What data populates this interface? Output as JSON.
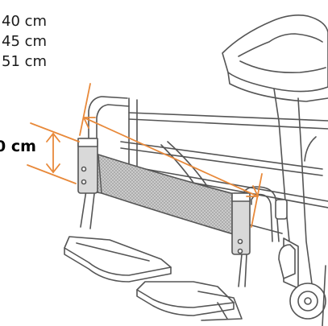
{
  "width_options": [
    "40 cm",
    "45 cm",
    "51 cm"
  ],
  "height_label": "0 cm",
  "colors": {
    "dimension": "#e8893a",
    "outline": "#555555",
    "fill": "#ffffff",
    "strap_fill": "#bdbdbd",
    "text": "#1a1a1a"
  }
}
